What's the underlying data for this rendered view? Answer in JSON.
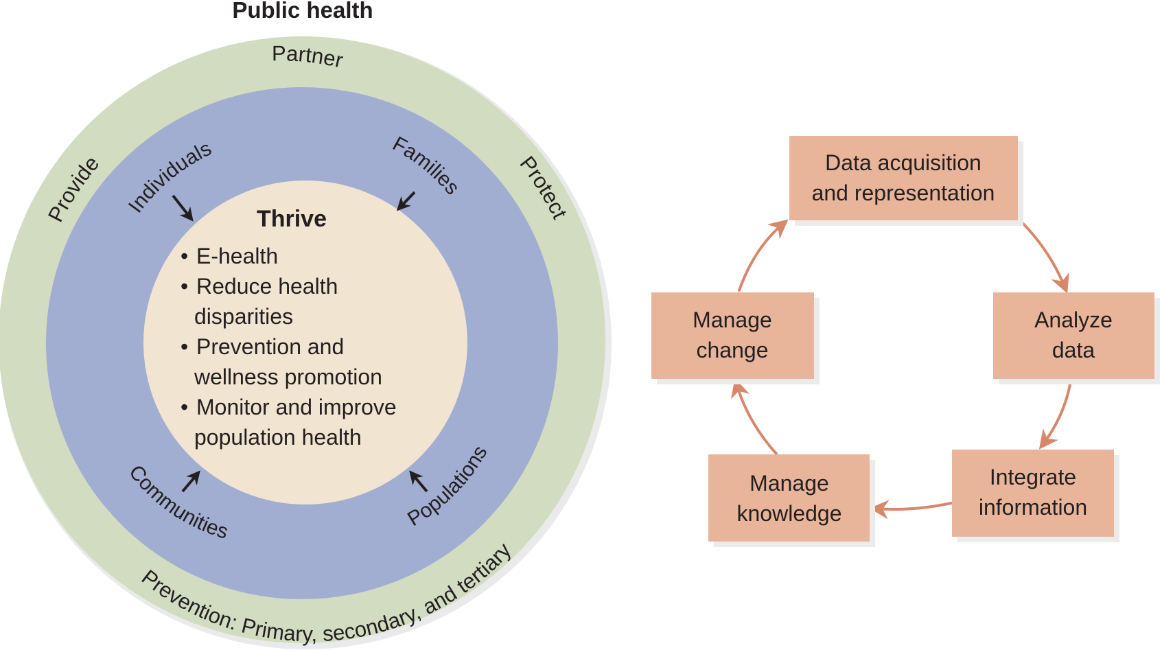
{
  "colors": {
    "outer_ring": "#d2dcc1",
    "middle_ring": "#a1aed1",
    "inner_circle": "#f1e4d0",
    "box_fill": "#e8b59a",
    "box_shadow": "#ebebeb",
    "cycle_arrow": "#d7876a",
    "ring_arrow": "#231f20"
  },
  "public_health": {
    "title": "Public health",
    "outer_ring": {
      "partner": "Partner",
      "provide": "Provide",
      "protect": "Protect",
      "prevention": "Prevention: Primary, secondary, and tertiary"
    },
    "middle_ring": {
      "individuals": "Individuals",
      "families": "Families",
      "communities": "Communities",
      "populations": "Populations"
    },
    "inner": {
      "heading": "Thrive",
      "bullets": [
        {
          "lines": [
            "E-health"
          ]
        },
        {
          "lines": [
            "Reduce health",
            "disparities"
          ]
        },
        {
          "lines": [
            "Prevention and",
            "wellness promotion"
          ]
        },
        {
          "lines": [
            "Monitor and improve",
            "population health"
          ]
        }
      ]
    }
  },
  "cycle": {
    "boxes": {
      "data_acquisition": [
        "Data acquisition",
        "and representation"
      ],
      "analyze_data": [
        "Analyze",
        "data"
      ],
      "integrate_information": [
        "Integrate",
        "information"
      ],
      "manage_knowledge": [
        "Manage",
        "knowledge"
      ],
      "manage_change": [
        "Manage",
        "change"
      ]
    }
  }
}
